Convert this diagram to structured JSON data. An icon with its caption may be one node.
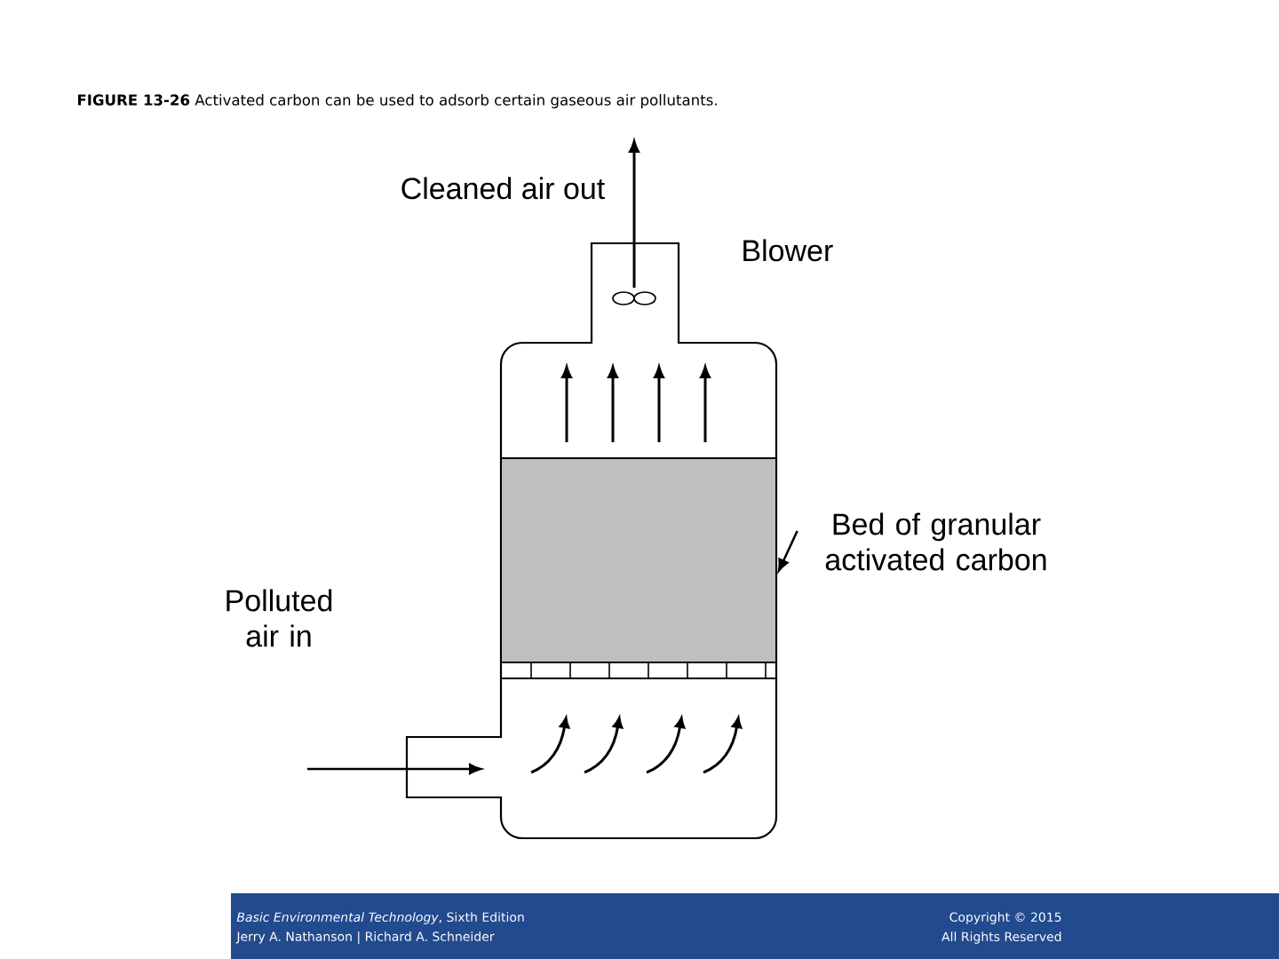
{
  "diagram": {
    "title": "**FIGURE 13-26**   Activated carbon can be used to adsorb certain gaseous air pollutants.",
    "nodes": [
      {
        "text": [
          "Bed of granular activated carbon"
        ]
      },
      {
        "text": [],
        "shape": "box"
      }
    ],
    "edges": [
      {
        "from": 0,
        "to": 1,
        "arrow": "to"
      }
    ],
    "labels": [
      "Cleaned air out",
      "Blower",
      "Polluted air in",
      "*Basic Environmental Technology*, Sixth Edition",
      "Jerry A. Nathanson | Richard A. Schneider",
      "Copyright © 2015",
      "All Rights Reserved"
    ]
  }
}
